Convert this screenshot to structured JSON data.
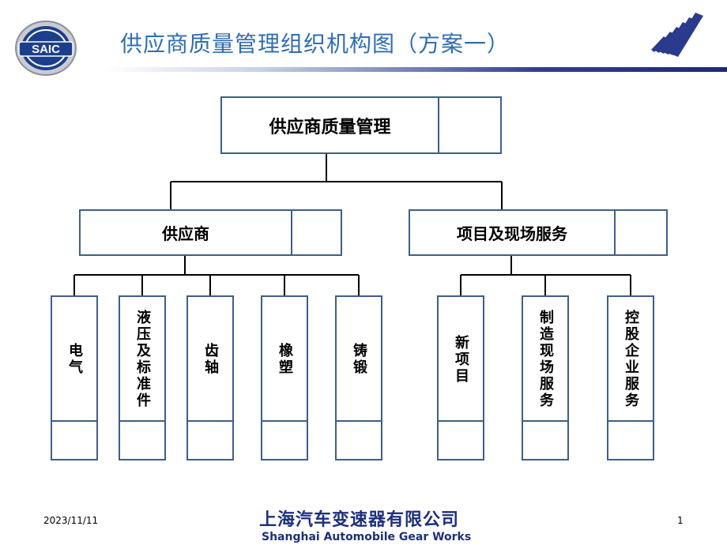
{
  "header": {
    "title": "供应商质量管理组织机构图（方案一）",
    "logo_text": "SAIC"
  },
  "org": {
    "root": "供应商质量管理",
    "branches": [
      {
        "label": "供应商",
        "children": [
          "电气",
          "液压及标准件",
          "齿轴",
          "橡塑",
          "铸锻"
        ]
      },
      {
        "label": "项目及现场服务",
        "children": [
          "新项目",
          "制造现场服务",
          "控股企业服务"
        ]
      }
    ]
  },
  "footer": {
    "date": "2023/11/11",
    "company_cn": "上海汽车变速器有限公司",
    "company_en": "Shanghai Automobile Gear Works",
    "page": "1"
  },
  "colors": {
    "title": "#2f6db5",
    "box_border": "#3e5f85",
    "company": "#1d2f7c"
  }
}
